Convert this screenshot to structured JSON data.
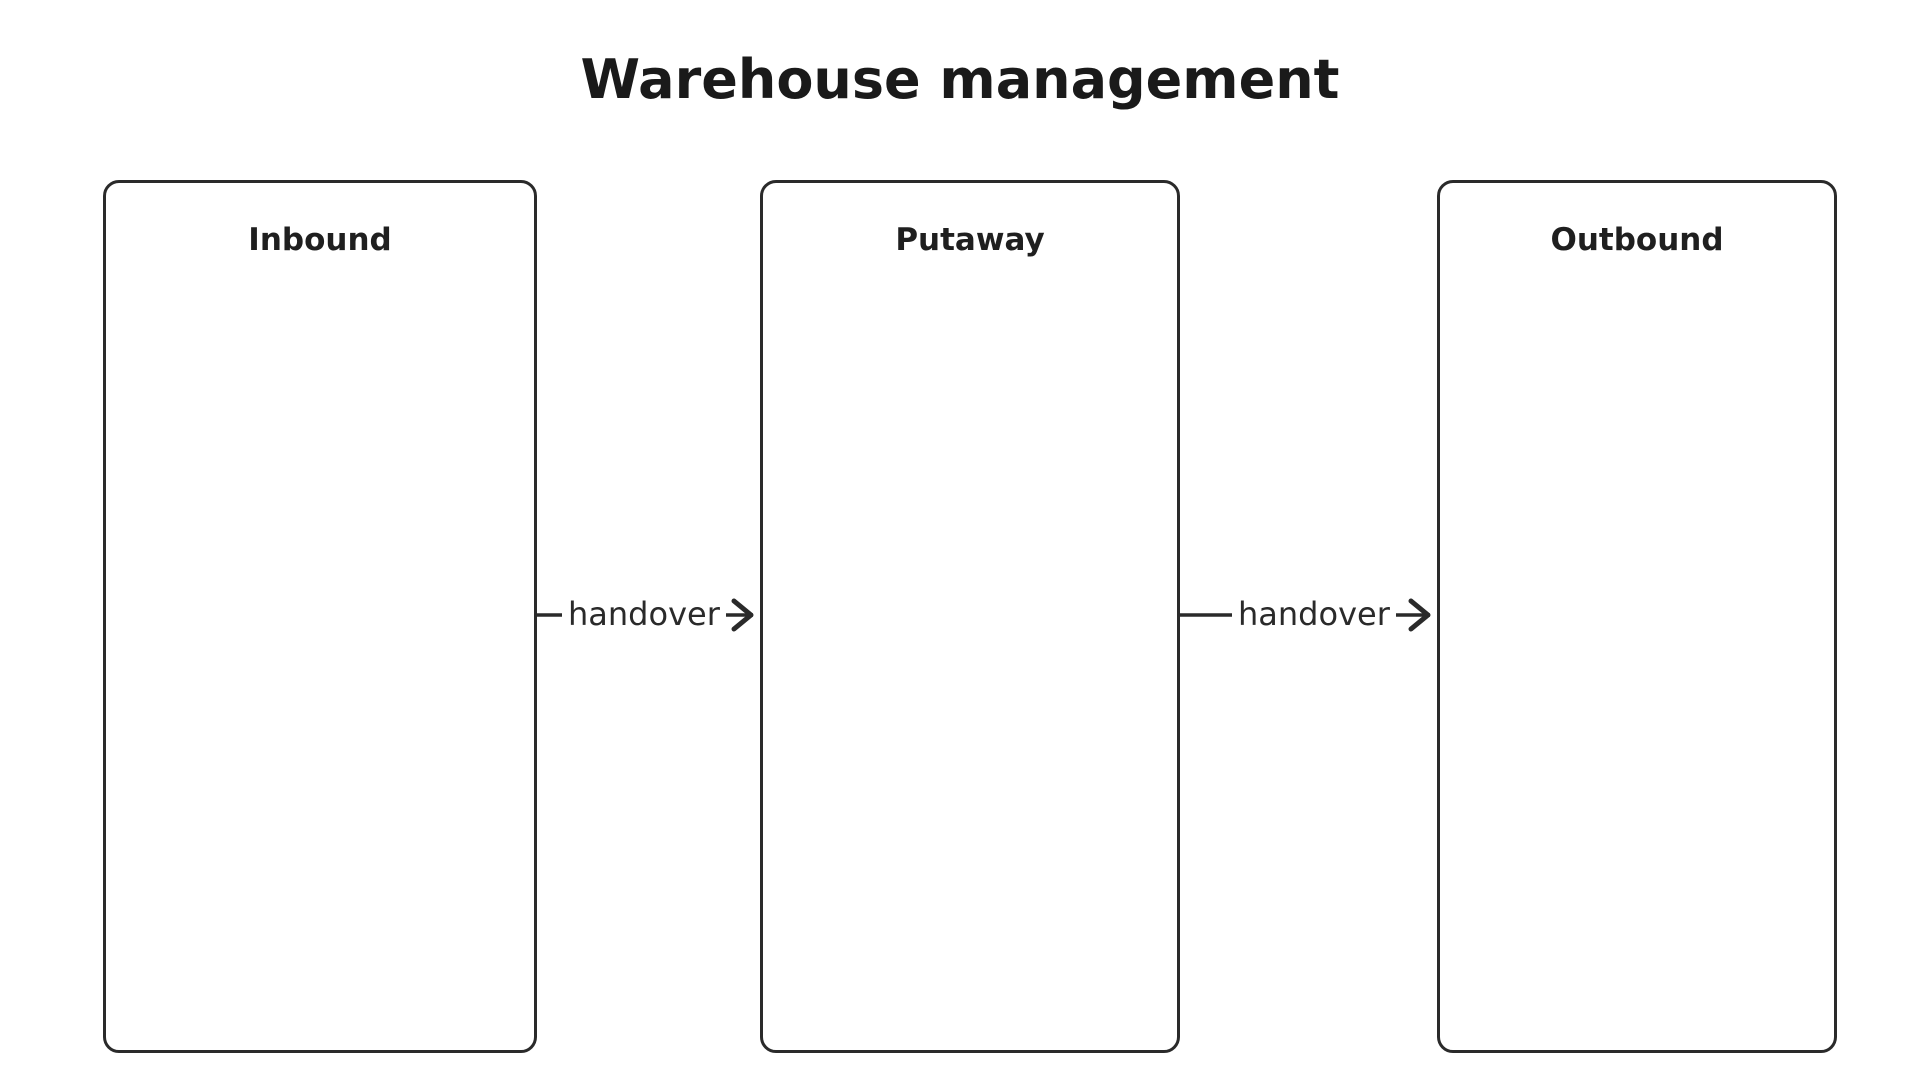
{
  "diagram": {
    "title": "Warehouse management",
    "lanes": [
      {
        "label": "Inbound"
      },
      {
        "label": "Putaway"
      },
      {
        "label": "Outbound"
      }
    ],
    "connectors": [
      {
        "from": "Inbound",
        "to": "Putaway",
        "label": "handover"
      },
      {
        "from": "Putaway",
        "to": "Outbound",
        "label": "handover"
      }
    ],
    "colors": {
      "stroke": "#2a2a2a",
      "text": "#1a1a1a",
      "background": "#ffffff"
    }
  }
}
